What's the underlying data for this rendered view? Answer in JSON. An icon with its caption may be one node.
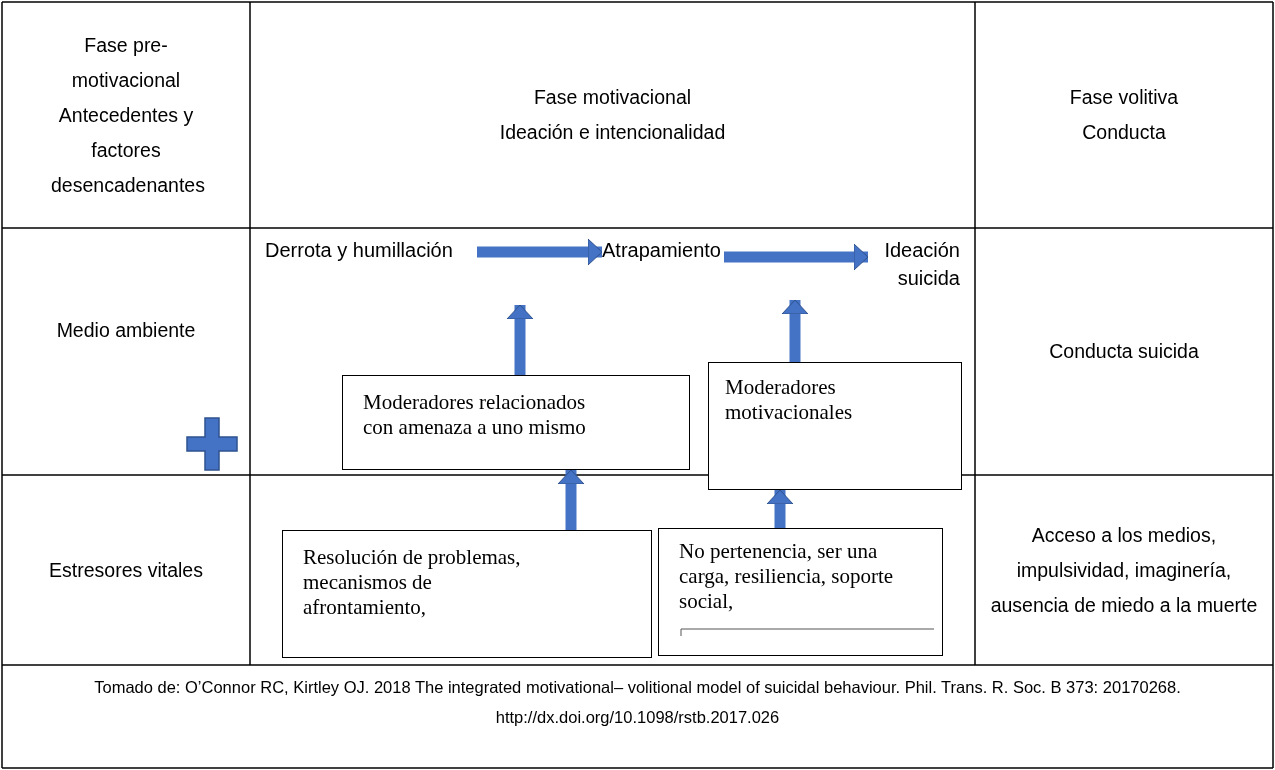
{
  "diagram": {
    "caption": "Tomado de: O’Connor RC, Kirtley OJ. 2018 The integrated motivational– volitional model of suicidal behaviour. Phil. Trans. R. Soc. B 373: 20170268. http://dx.doi.org/10.1098/rstb.2017.026",
    "nodes": [
      {
        "text": [
          "Derrota y humillación"
        ]
      },
      {
        "text": [
          "Atrapamiento"
        ]
      },
      {
        "text": [
          "Ideación suicida"
        ]
      },
      {
        "text": [
          "Moderadores relacionados con amenaza  a uno mismo"
        ]
      },
      {
        "text": [
          "Moderadores motivacionales"
        ]
      },
      {
        "text": [
          "Resolución de problemas, mecanismos de afrontamiento,"
        ]
      },
      {
        "text": [
          "No pertenencia, ser una carga, resiliencia, soporte social,"
        ]
      }
    ],
    "edges": [
      {
        "from": 0,
        "to": 1,
        "arrow": "to"
      },
      {
        "from": 1,
        "to": 2,
        "arrow": "to"
      },
      {
        "from": 3,
        "to": null,
        "arrow": "to"
      },
      {
        "from": 4,
        "to": null,
        "arrow": "to"
      },
      {
        "from": 5,
        "to": 3,
        "arrow": "to"
      },
      {
        "from": 6,
        "to": 4,
        "arrow": "to"
      }
    ],
    "labels": [
      "Fase pre-motivacional",
      "Antecedentes y factores desencadenantes",
      "Fase motivacional",
      "Ideación e intencionalidad",
      "Fase volitiva",
      "Conducta",
      "Medio ambiente",
      "Conducta suicida",
      "Estresores vitales",
      "Acceso a los medios, impulsividad, imaginería, ausencia de miedo a la muerte"
    ]
  }
}
